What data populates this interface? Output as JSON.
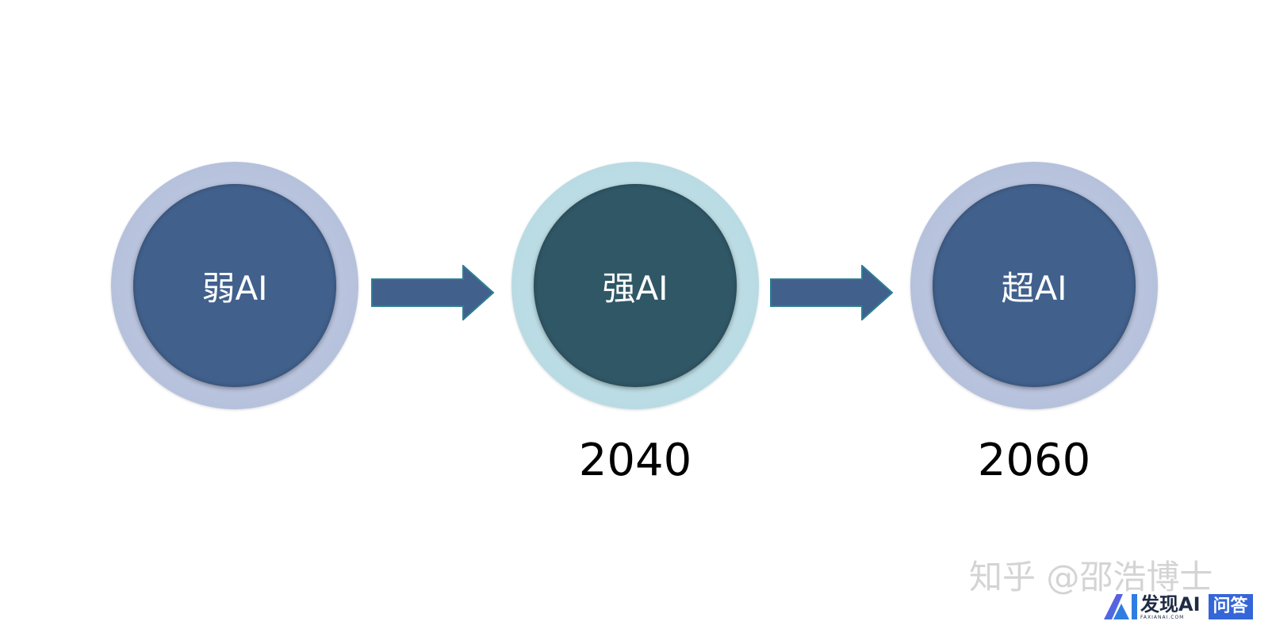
{
  "nodes": [
    {
      "label": "弱AI",
      "year": ""
    },
    {
      "label": "强AI",
      "year": "2040"
    },
    {
      "label": "超AI",
      "year": "2060"
    }
  ],
  "colors": {
    "node_blue_core": "#41608c",
    "node_blue_ring": "#b6c1dc",
    "node_teal_core": "#305766",
    "node_teal_ring": "#b9dbe3",
    "arrow_fill": "#41608c",
    "arrow_stroke": "#2e7f95"
  },
  "watermark": {
    "text": "知乎 @邵浩博士"
  },
  "logo": {
    "name": "发现AI",
    "subtitle": "FAXIANAI.COM",
    "badge": "问答"
  }
}
